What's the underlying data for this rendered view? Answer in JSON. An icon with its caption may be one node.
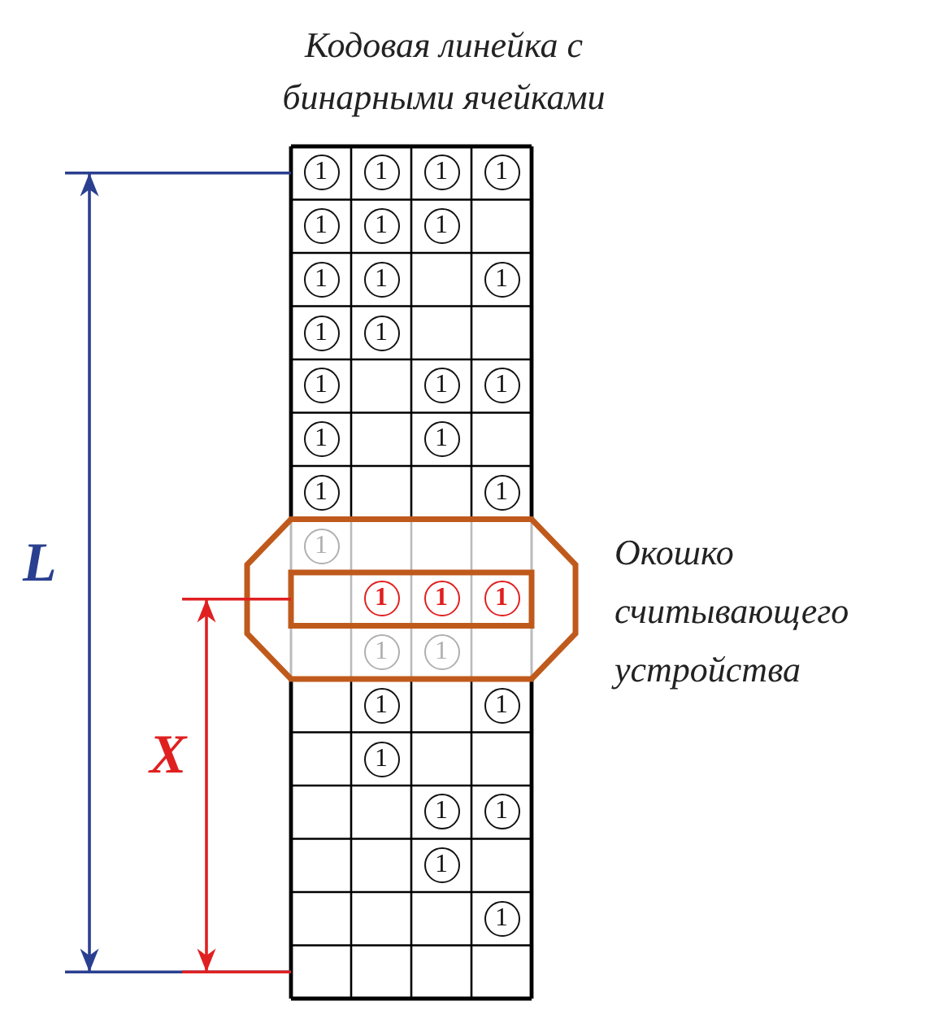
{
  "diagram": {
    "title": "Кодовая линейка с бинарными ячейками",
    "labels": [
      "1",
      "1",
      "1",
      "1",
      "1",
      "1",
      "1",
      "1",
      "1",
      "1",
      "1",
      "1",
      "1",
      "1",
      "1",
      "1",
      "1",
      "1",
      "1",
      "1",
      "1",
      "1",
      "1",
      "1",
      "1",
      "1",
      "1",
      "1",
      "1",
      "1",
      "1",
      "1",
      "Окошко считывающего устройства",
      "L",
      "X"
    ]
  }
}
